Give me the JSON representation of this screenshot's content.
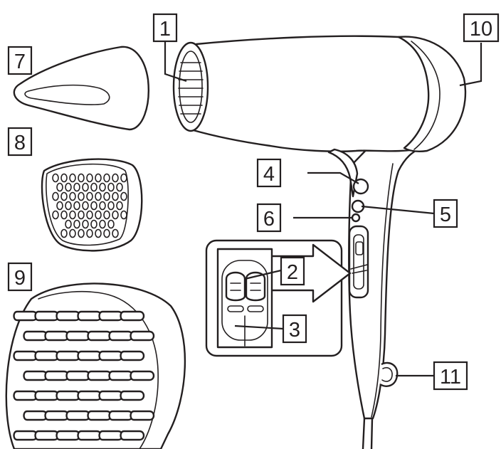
{
  "colors": {
    "line": "#231f20",
    "background": "#ffffff"
  },
  "callouts": [
    {
      "id": "c1",
      "label": "1"
    },
    {
      "id": "c2",
      "label": "2"
    },
    {
      "id": "c3",
      "label": "3"
    },
    {
      "id": "c4",
      "label": "4"
    },
    {
      "id": "c5",
      "label": "5"
    },
    {
      "id": "c6",
      "label": "6"
    },
    {
      "id": "c7",
      "label": "7"
    },
    {
      "id": "c8",
      "label": "8"
    },
    {
      "id": "c9",
      "label": "9"
    },
    {
      "id": "c10",
      "label": "10"
    },
    {
      "id": "c11",
      "label": "11"
    }
  ]
}
